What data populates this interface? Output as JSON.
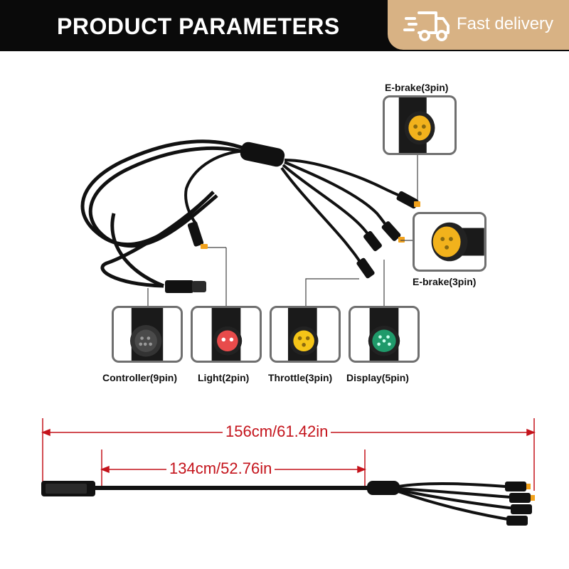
{
  "header": {
    "title": "PRODUCT PARAMETERS"
  },
  "badge": {
    "text": "Fast delivery",
    "icon": "delivery-truck-icon"
  },
  "connectors": [
    {
      "id": "ebrake-top",
      "label": "E-brake(3pin)",
      "color": "#f2b21c"
    },
    {
      "id": "ebrake-mid",
      "label": "E-brake(3pin)",
      "color": "#f2b21c"
    },
    {
      "id": "controller",
      "label": "Controller(9pin)",
      "color": "#3a3a3a"
    },
    {
      "id": "light",
      "label": "Light(2pin)",
      "color": "#e84b4b"
    },
    {
      "id": "throttle",
      "label": "Throttle(3pin)",
      "color": "#f5c518"
    },
    {
      "id": "display",
      "label": "Display(5pin)",
      "color": "#1f9a6a"
    }
  ],
  "dimensions": {
    "total": "156cm/61.42in",
    "main": "134cm/52.76in",
    "color": "#c4131b"
  }
}
